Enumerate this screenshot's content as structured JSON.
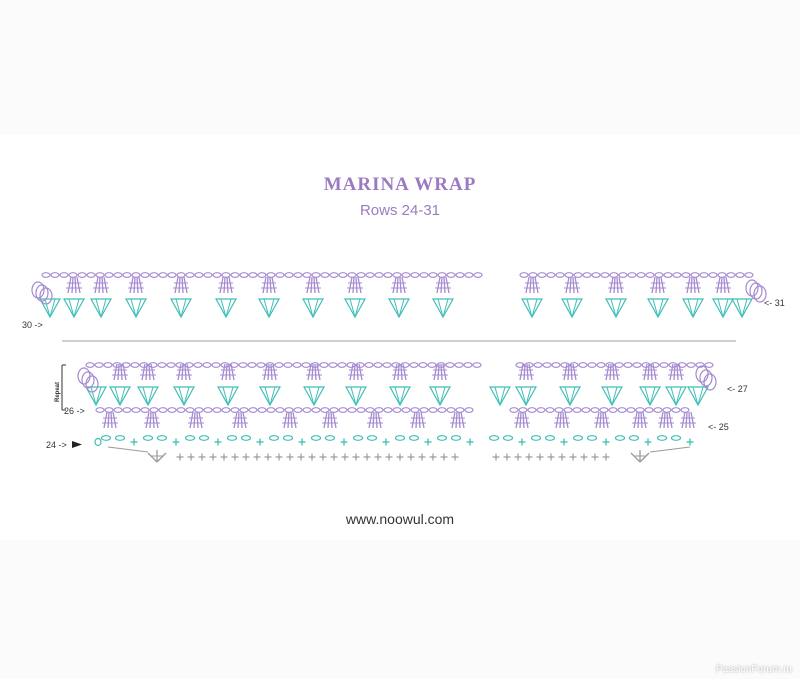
{
  "title": "MARINA WRAP",
  "subtitle": "Rows 24-31",
  "row_labels": {
    "r30": "30 ->",
    "r31": "<- 31",
    "r27": "<- 27",
    "r26": "26 ->",
    "r25": "<- 25",
    "r24": "24 ->"
  },
  "repeat_label": "Repeat",
  "website": "www.noowul.com",
  "watermark": "PassionForum.ru",
  "colors": {
    "purple": "#a58ad0",
    "teal": "#3fbfb6",
    "gray": "#9a9a9a",
    "text": "#333333",
    "divider": "#bfbfbf"
  }
}
